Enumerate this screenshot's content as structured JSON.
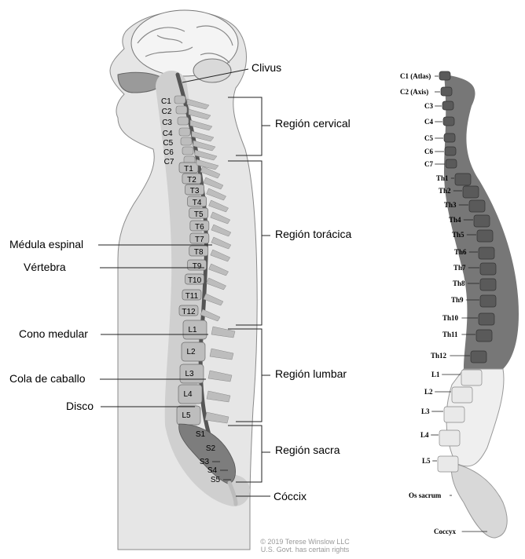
{
  "colors": {
    "body_fill": "#e6e6e6",
    "body_stroke": "#8a8a8a",
    "vertebra_light": "#bdbdbd",
    "vertebra_dark": "#6b6b6b",
    "sacrum": "#7d7d7d",
    "bracket": "#222222",
    "right_spine_dark": "#5a5a5a",
    "right_spine_light": "#e9e9e9"
  },
  "left": {
    "top_label": "Clivus",
    "regions": [
      {
        "label": "Región cervical"
      },
      {
        "label": "Región torácica"
      },
      {
        "label": "Región lumbar"
      },
      {
        "label": "Región sacra"
      }
    ],
    "bottom_label": "Cóccix",
    "structures": [
      {
        "label": "Médula espinal"
      },
      {
        "label": "Vértebra"
      },
      {
        "label": "Cono medular"
      },
      {
        "label": "Cola de caballo"
      },
      {
        "label": "Disco"
      }
    ],
    "cervical": [
      "C1",
      "C2",
      "C3",
      "C4",
      "C5",
      "C6",
      "C7"
    ],
    "thoracic": [
      "T1",
      "T2",
      "T3",
      "T4",
      "T5",
      "T6",
      "T7",
      "T8",
      "T9",
      "T10",
      "T11",
      "T12"
    ],
    "lumbar": [
      "L1",
      "L2",
      "L3",
      "L4",
      "L5"
    ],
    "sacral": [
      "S1",
      "S2",
      "S3",
      "S4",
      "S5"
    ],
    "copyright": [
      "© 2019 Terese Winslow LLC",
      "U.S. Govt. has certain rights"
    ]
  },
  "right": {
    "labels": [
      "C1 (Atlas)",
      "C2 (Axis)",
      "C3",
      "C4",
      "C5",
      "C6",
      "C7",
      "Th1",
      "Th2",
      "Th3",
      "Th4",
      "Th5",
      "Th6",
      "Th7",
      "Th8",
      "Th9",
      "Th10",
      "Th11",
      "Th12",
      "L1",
      "L2",
      "L3",
      "L4",
      "L5",
      "Os sacrum",
      "Coccyx"
    ]
  }
}
